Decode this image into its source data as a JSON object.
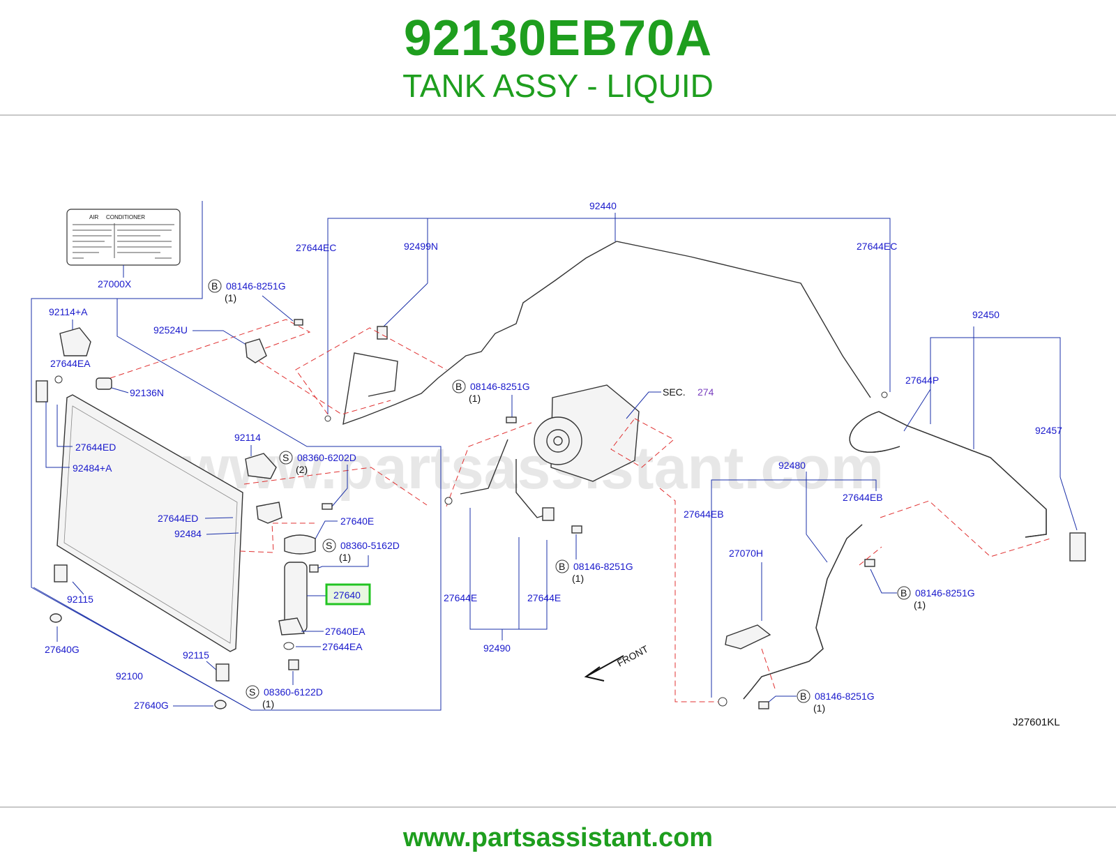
{
  "header": {
    "part_number": "92130EB70A",
    "part_name": "TANK ASSY - LIQUID"
  },
  "footer": {
    "url": "www.partsassistant.com"
  },
  "diagram": {
    "watermark": "www.partsassistant.com",
    "diagram_code": "J27601KL",
    "front_label": "FRONT",
    "sec_label": "SEC.",
    "sec_number": "274",
    "label_sheet": {
      "title_left": "AIR",
      "title_right": "CONDITIONER",
      "part": "27000X"
    },
    "highlighted_part": "27640",
    "parts": {
      "p92440": "92440",
      "p27644EC_left": "27644EC",
      "p92499N": "92499N",
      "p27644EC_right": "27644EC",
      "p92450": "92450",
      "p27644P": "27644P",
      "p92457": "92457",
      "p92114A": "92114+A",
      "p92524U": "92524U",
      "p27644EA_top": "27644EA",
      "p92136N": "92136N",
      "p27644ED_left": "27644ED",
      "p92484A": "92484+A",
      "p92114": "92114",
      "p27644ED_mid": "27644ED",
      "p92484": "92484",
      "p27640E": "27640E",
      "p92115_top": "92115",
      "p27640G_top": "27640G",
      "p92100": "92100",
      "p92115_bot": "92115",
      "p27640G_bot": "27640G",
      "p27640EA": "27640EA",
      "p27644EA_bot": "27644EA",
      "p27644E_left": "27644E",
      "p27644E_right": "27644E",
      "p92490": "92490",
      "p92480": "92480",
      "p27644EB_left": "27644EB",
      "p27644EB_right": "27644EB",
      "p27070H": "27070H"
    },
    "fasteners": {
      "f1": {
        "prefix": "B",
        "code": "08146-8251G",
        "qty": "(1)"
      },
      "f2": {
        "prefix": "B",
        "code": "08146-8251G",
        "qty": "(1)"
      },
      "f3": {
        "prefix": "S",
        "code": "08360-6202D",
        "qty": "(2)"
      },
      "f4": {
        "prefix": "S",
        "code": "08360-5162D",
        "qty": "(1)"
      },
      "f5": {
        "prefix": "B",
        "code": "08146-8251G",
        "qty": "(1)"
      },
      "f6": {
        "prefix": "S",
        "code": "08360-6122D",
        "qty": "(1)"
      },
      "f7": {
        "prefix": "B",
        "code": "08146-8251G",
        "qty": "(1)"
      },
      "f8": {
        "prefix": "B",
        "code": "08146-8251G",
        "qty": "(1)"
      }
    },
    "colors": {
      "brand_green": "#1e9e1e",
      "label_blue": "#1a1acc",
      "leader_blue": "#1a2fa8",
      "dash_red": "#e03030",
      "highlight_green": "#22c422"
    }
  }
}
